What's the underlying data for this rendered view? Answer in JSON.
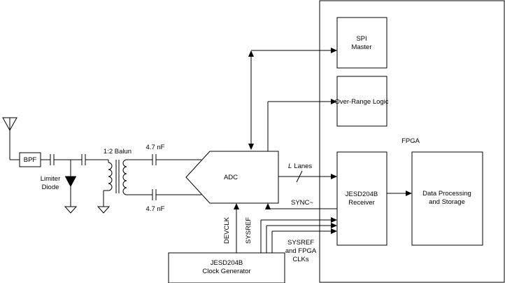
{
  "labels": {
    "bpf": "BPF",
    "limiter_diode": [
      "Limiter",
      "Diode"
    ],
    "balun": "1:2 Balun",
    "cap_top": "4.7 nF",
    "cap_bottom": "4.7 nF",
    "adc": "ADC",
    "lanes_italic": "L",
    "lanes_text": "Lanes",
    "sync": "SYNC~",
    "devclk": "DEVCLK",
    "sysref": "SYSREF",
    "sysref_fpga": [
      "SYSREF",
      "and FPGA",
      "CLKs"
    ],
    "clock_gen": [
      "JESD204B",
      "Clock Generator"
    ],
    "fpga": "FPGA",
    "spi": [
      "SPI",
      "Master"
    ],
    "overrange": "Over-Range Logic",
    "receiver": [
      "JESD204B",
      "Receiver"
    ],
    "processing": [
      "Data Processing",
      "and Storage"
    ]
  }
}
